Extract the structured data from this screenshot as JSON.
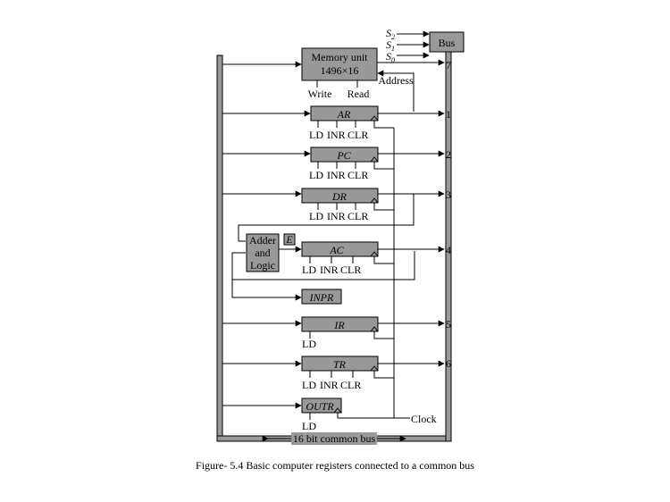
{
  "caption": "Figure- 5.4 Basic computer registers connected to a common bus",
  "bus": {
    "label": "Bus",
    "selects": [
      "S",
      "S",
      "S"
    ],
    "select_subscripts": [
      "2",
      "1",
      "0"
    ],
    "bottom_label": "16 bit common bus",
    "ports": [
      "7",
      "1",
      "2",
      "3",
      "4",
      "5",
      "6"
    ]
  },
  "memory": {
    "title": "Memory unit",
    "size": "1496×16",
    "write": "Write",
    "read": "Read",
    "address": "Address"
  },
  "registers": {
    "ar": "AR",
    "pc": "PC",
    "dr": "DR",
    "ac": "AC",
    "inpr": "INPR",
    "ir": "IR",
    "tr": "TR",
    "outr": "OUTR"
  },
  "controls": {
    "ld": "LD",
    "inr": "INR",
    "clr": "CLR"
  },
  "alu": {
    "line1": "Adder",
    "line2": "and",
    "line3": "Logic",
    "e_flag": "E"
  },
  "clock": "Clock"
}
